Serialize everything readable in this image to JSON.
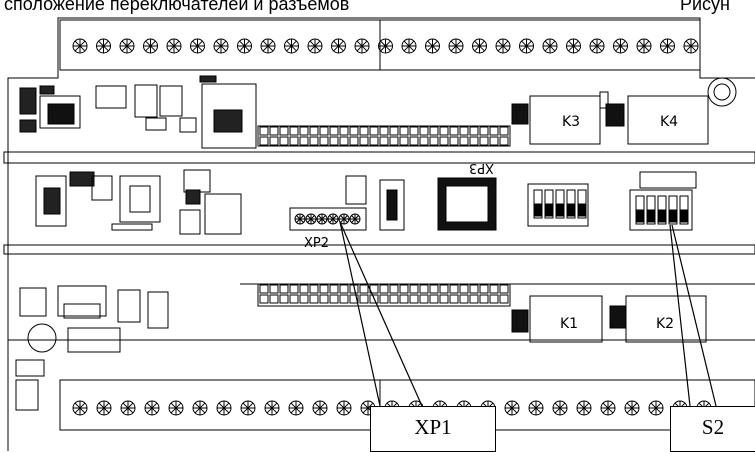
{
  "header": {
    "left_text": "сположение переключателей и разъемов",
    "right_text": "Рисун"
  },
  "board_labels": {
    "xp3": "XP3",
    "xp2": "XP2",
    "k1": "K1",
    "k2": "K2",
    "k3": "K3",
    "k4": "K4"
  },
  "callouts": {
    "xp1": "XP1",
    "s2": "S2"
  },
  "terminals": {
    "top_count": 27,
    "bottom_count": 27
  },
  "icons": [
    "terminal-screw-icon",
    "capacitor-icon",
    "chip-icon",
    "relay-icon",
    "dip-switch-icon"
  ]
}
